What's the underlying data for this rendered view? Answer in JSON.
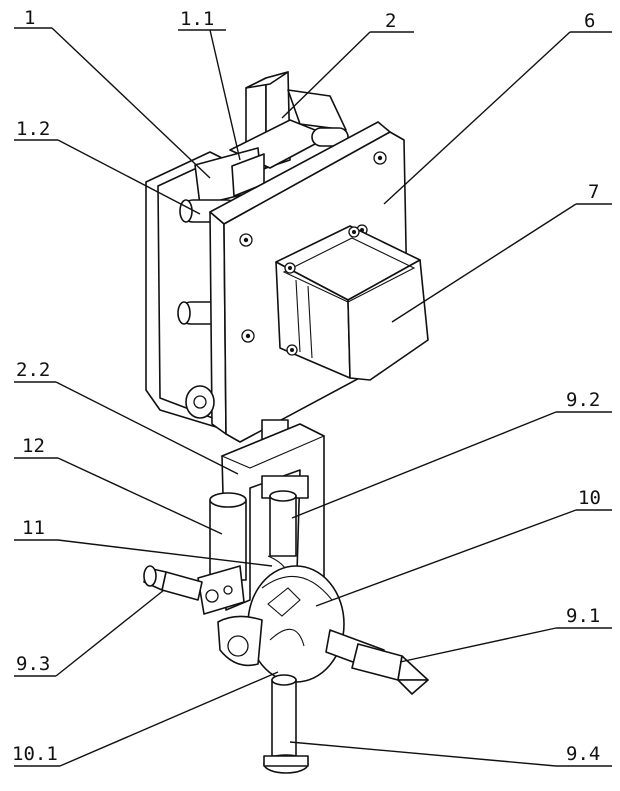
{
  "labels": {
    "l1": "1",
    "l1_1": "1.1",
    "l2": "2",
    "l6": "6",
    "l1_2": "1.2",
    "l7": "7",
    "l2_2": "2.2",
    "l9_2": "9.2",
    "l12": "12",
    "l10": "10",
    "l11": "11",
    "l9_3": "9.3",
    "l9_1": "9.1",
    "l10_1": "10.1",
    "l9_4": "9.4"
  }
}
